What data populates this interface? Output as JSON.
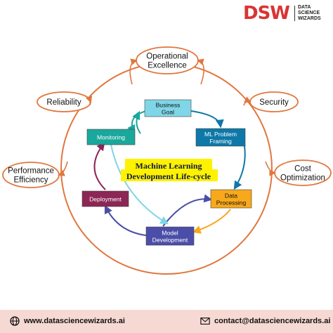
{
  "brand": {
    "logo_text": "DSW",
    "logo_subtitle": "DATA SCIENCE WIZARDS"
  },
  "center_title": [
    "Machine Learning",
    "Development Life-cycle"
  ],
  "stages": [
    {
      "name": "business-goal",
      "lines": [
        "Business",
        "Goal"
      ],
      "color": "#7fd6e6"
    },
    {
      "name": "ml-problem-framing",
      "lines": [
        "ML Problem",
        "Framing"
      ],
      "color": "#0e78a8"
    },
    {
      "name": "data-processing",
      "lines": [
        "Data",
        "Processing"
      ],
      "color": "#f7a81b"
    },
    {
      "name": "model-development",
      "lines": [
        "Model",
        "Development"
      ],
      "color": "#4b4ea8"
    },
    {
      "name": "deployment",
      "lines": [
        "Deployment"
      ],
      "color": "#8c2655"
    },
    {
      "name": "monitoring",
      "lines": [
        "Monitoring"
      ],
      "color": "#1aa79c"
    }
  ],
  "pillars": [
    {
      "name": "operational-excellence",
      "lines": [
        "Operational",
        "Excellence"
      ]
    },
    {
      "name": "reliability",
      "lines": [
        "Reliability"
      ]
    },
    {
      "name": "security",
      "lines": [
        "Security"
      ]
    },
    {
      "name": "performance-efficiency",
      "lines": [
        "Performance",
        "Efficiency"
      ]
    },
    {
      "name": "cost-optimization",
      "lines": [
        "Cost",
        "Optimization"
      ]
    }
  ],
  "colors": {
    "ring": "#e0773f",
    "title_bg": "#fff200",
    "footer_bg": "#f7d9d3",
    "brand_red": "#d93434"
  },
  "footer": {
    "website": "www.datasciencewizards.ai",
    "email": "contact@datasciencewizards.ai"
  }
}
